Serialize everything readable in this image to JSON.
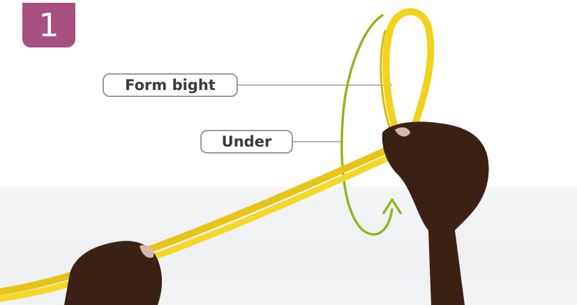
{
  "step": {
    "number": "1"
  },
  "callouts": {
    "form_bight": "Form bight",
    "under": "Under"
  },
  "colors": {
    "badge": "#a8507f",
    "rope": "#f2d21b",
    "arrow": "#8fb61d",
    "skin": "#3a2114",
    "leader_line": "#9a9a9a"
  }
}
